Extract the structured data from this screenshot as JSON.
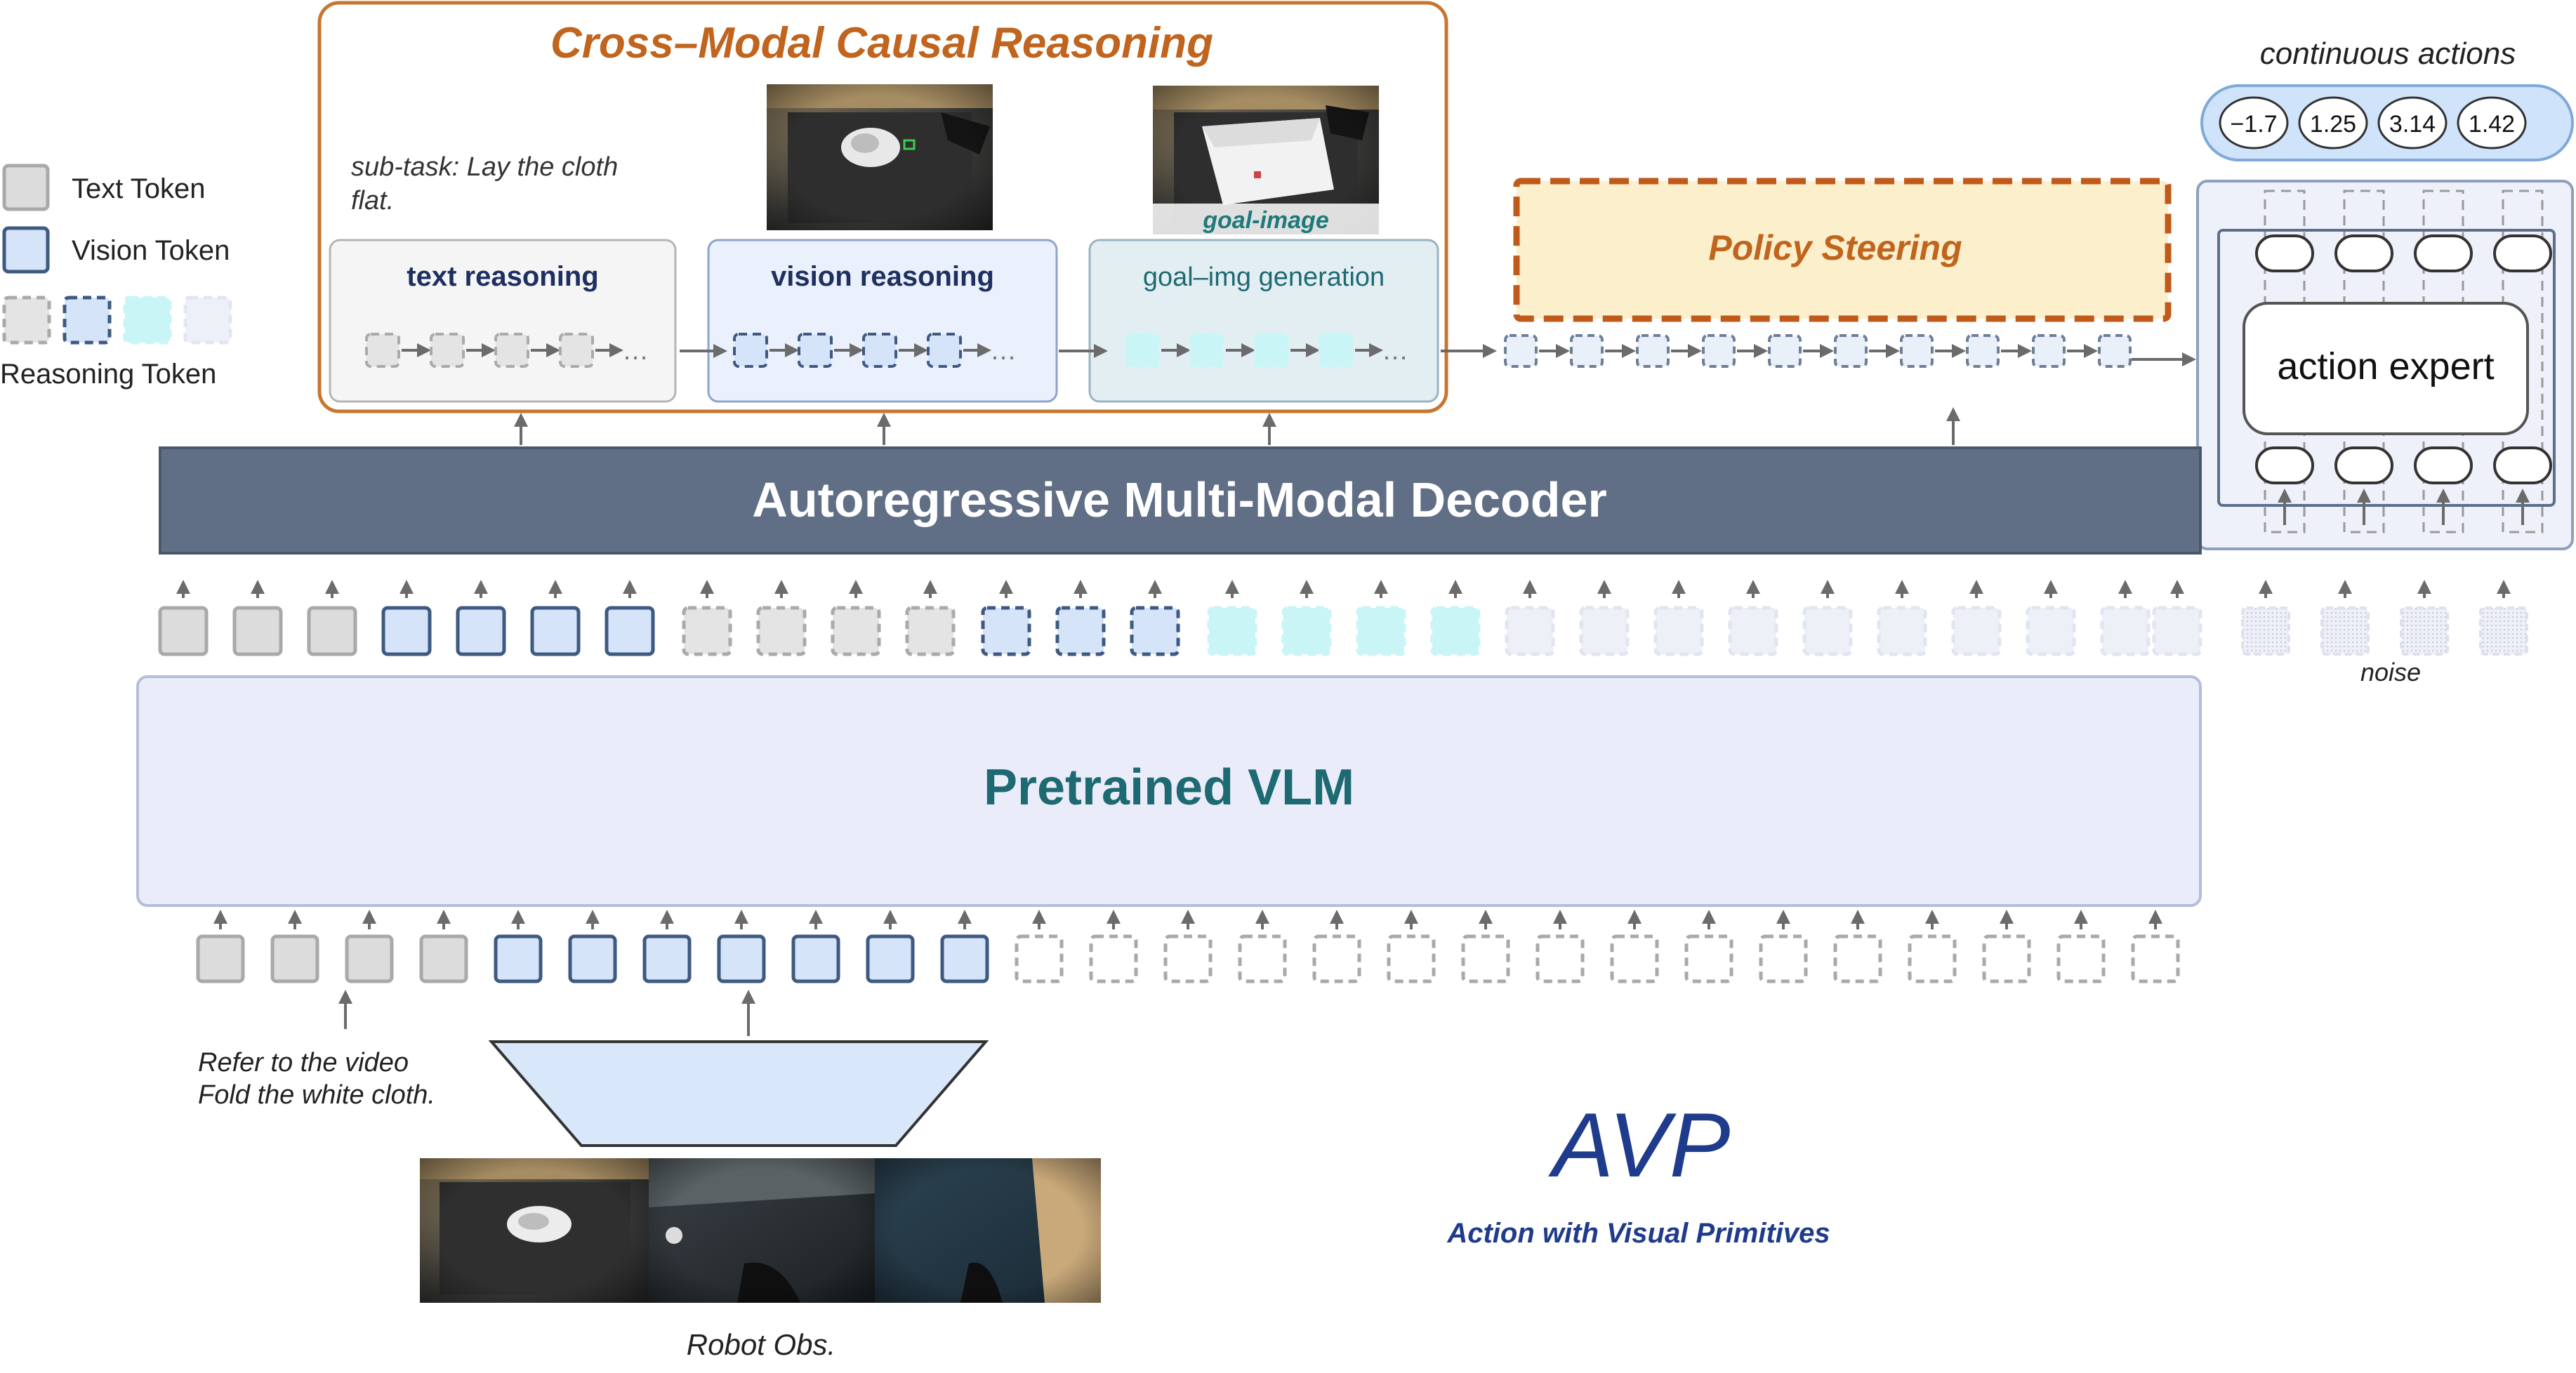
{
  "legend": {
    "text_token": "Text Token",
    "vision_token": "Vision Token",
    "reasoning_token": "Reasoning Token"
  },
  "reasoning": {
    "title": "Cross–Modal Causal Reasoning",
    "subtask": "sub-task: Lay the cloth flat.",
    "goal_image_caption": "goal-image",
    "panels": [
      "text reasoning",
      "vision reasoning",
      "goal–img generation"
    ]
  },
  "policy_steering": "Policy Steering",
  "continuous_actions": {
    "label": "continuous actions",
    "values": [
      "−1.7",
      "1.25",
      "3.14",
      "1.42"
    ]
  },
  "action_expert": "action expert",
  "decoder": "Autoregressive Multi-Modal Decoder",
  "vlm": "Pretrained VLM",
  "noise": "noise",
  "instructions": [
    "Refer to the video",
    "Fold the white cloth."
  ],
  "robot_obs": "Robot Obs.",
  "brand": {
    "title": "AVP",
    "subtitle": "Action with Visual Primitives"
  },
  "colors": {
    "text_token": "#dcdcdc",
    "vision_token": "#d6e4fa",
    "goal_token": "#c9f5f7",
    "decoder": "#606f85",
    "vlm": "#eaedf9",
    "orange": "#c0641e",
    "navy": "#1f3b8c",
    "teal": "#1e6a72"
  }
}
